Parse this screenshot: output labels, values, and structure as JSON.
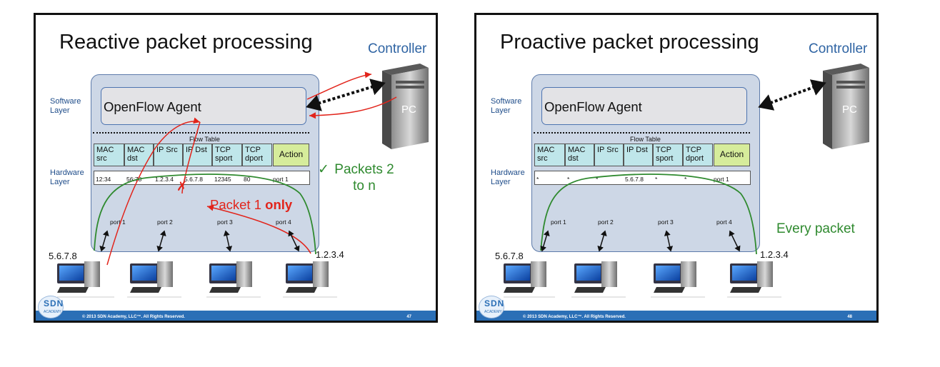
{
  "slides": [
    {
      "title": "Reactive packet processing",
      "controller_label": "Controller",
      "pc_label": "PC",
      "software_layer": "Software Layer",
      "hardware_layer": "Hardware Layer",
      "agent_label": "OpenFlow Agent",
      "flow_table_label": "Flow Table",
      "columns": [
        "MAC src",
        "MAC dst",
        "IP Src",
        "IP Dst",
        "TCP sport",
        "TCP dport",
        "Action"
      ],
      "entry": [
        "12:34",
        "56:78",
        "1.2.3.4",
        "5.6.7.8",
        "12345",
        "80",
        "port 1"
      ],
      "ports": [
        "port 1",
        "port 2",
        "port 3",
        "port 4"
      ],
      "left_host_ip": "5.6.7.8",
      "right_host_ip": "1.2.3.4",
      "annotation_green": "Packets 2 to n",
      "checkmark": "✓",
      "annotation_red_1": "Packet 1 ",
      "annotation_red_2": "only",
      "logo_text": "SDN",
      "logo_sub": "ACADEMY",
      "footer": "© 2013 SDN Academy, LLC™. All Rights Reserved.",
      "page_number": "47"
    },
    {
      "title": "Proactive packet processing",
      "controller_label": "Controller",
      "pc_label": "PC",
      "software_layer": "Software Layer",
      "hardware_layer": "Hardware Layer",
      "agent_label": "OpenFlow Agent",
      "flow_table_label": "Flow Table",
      "columns": [
        "MAC src",
        "MAC dst",
        "IP Src",
        "IP Dst",
        "TCP sport",
        "TCP dport",
        "Action"
      ],
      "entry": [
        "*",
        "*",
        "*",
        "5.6.7.8",
        "*",
        "*",
        "port 1"
      ],
      "ports": [
        "port 1",
        "port 2",
        "port 3",
        "port 4"
      ],
      "left_host_ip": "5.6.7.8",
      "right_host_ip": "1.2.3.4",
      "annotation_green": "Every packet",
      "logo_text": "SDN",
      "logo_sub": "ACADEMY",
      "footer": "© 2013 SDN Academy, LLC™. All Rights Reserved.",
      "page_number": "48"
    }
  ],
  "colors": {
    "title_blue": "#2f64a3",
    "switch_fill": "#cdd7e6",
    "column_fill": "#bfe6ea",
    "action_fill": "#d6ec9b",
    "flow_red": "#e2241b",
    "flow_green": "#2f8a2f",
    "footer_blue": "#2b6fb6"
  }
}
